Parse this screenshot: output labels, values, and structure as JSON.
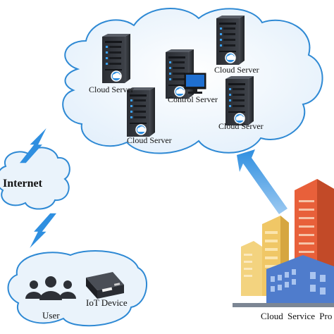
{
  "diagram": {
    "nodes": {
      "cloud_server_1": {
        "label": "Cloud Server",
        "icon": "server-tower-icon"
      },
      "cloud_server_2": {
        "label": "Cloud Server",
        "icon": "server-tower-icon"
      },
      "cloud_server_3": {
        "label": "Cloud Server",
        "icon": "server-tower-icon"
      },
      "cloud_server_4": {
        "label": "Cloud Server",
        "icon": "server-tower-icon"
      },
      "control_server": {
        "label": "Control Server",
        "icon": "server-with-monitor-icon"
      },
      "internet": {
        "label": "Internet",
        "icon": "cloud-icon"
      },
      "user": {
        "label": "User",
        "icon": "user-group-icon"
      },
      "iot_device": {
        "label": "IoT Device",
        "icon": "iot-device-icon"
      },
      "cloud_service_provider": {
        "label": "Cloud  Service Pro",
        "icon": "city-buildings-icon"
      }
    },
    "links": [
      {
        "from": "internet",
        "to": "cloud",
        "style": "lightning-bolt"
      },
      {
        "from": "user",
        "to": "internet",
        "style": "lightning-bolt"
      },
      {
        "from": "cloud_service_provider",
        "to": "cloud",
        "style": "arrow"
      }
    ],
    "colors": {
      "cloud_fill": "#eaf3fb",
      "cloud_stroke": "#2e89d4",
      "link_blue": "#2f8fe0",
      "server_body": "#2c2f35",
      "server_accent": "#3aa0f0",
      "building_orange": "#e8603a",
      "building_yellow": "#f0c766",
      "building_blue": "#4f7ccc"
    }
  }
}
